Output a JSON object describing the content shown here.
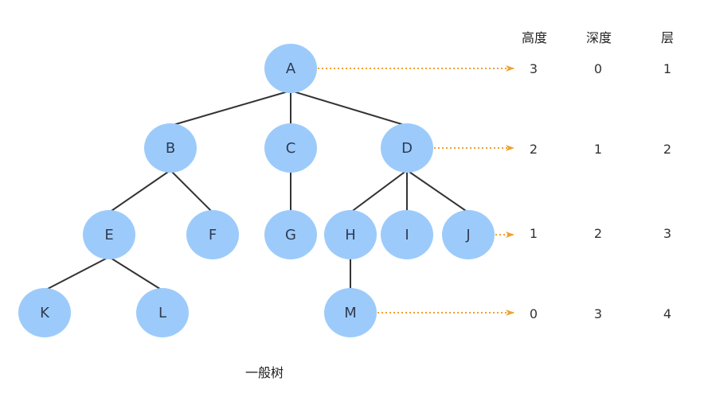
{
  "diagram": {
    "caption": "一般树",
    "colors": {
      "node_fill": "#9ccbfb",
      "edge": "#333333",
      "arrow": "#f0a030",
      "text": "#2f3b52"
    },
    "nodes": [
      {
        "id": "A",
        "label": "A"
      },
      {
        "id": "B",
        "label": "B"
      },
      {
        "id": "C",
        "label": "C"
      },
      {
        "id": "D",
        "label": "D"
      },
      {
        "id": "E",
        "label": "E"
      },
      {
        "id": "F",
        "label": "F"
      },
      {
        "id": "G",
        "label": "G"
      },
      {
        "id": "H",
        "label": "H"
      },
      {
        "id": "I",
        "label": "I"
      },
      {
        "id": "J",
        "label": "J"
      },
      {
        "id": "K",
        "label": "K"
      },
      {
        "id": "L",
        "label": "L"
      },
      {
        "id": "M",
        "label": "M"
      }
    ],
    "edges": [
      [
        "A",
        "B"
      ],
      [
        "A",
        "C"
      ],
      [
        "A",
        "D"
      ],
      [
        "B",
        "E"
      ],
      [
        "B",
        "F"
      ],
      [
        "C",
        "G"
      ],
      [
        "D",
        "H"
      ],
      [
        "D",
        "I"
      ],
      [
        "D",
        "J"
      ],
      [
        "E",
        "K"
      ],
      [
        "E",
        "L"
      ],
      [
        "H",
        "M"
      ]
    ],
    "table": {
      "headers": [
        "高度",
        "深度",
        "层"
      ],
      "rows": [
        {
          "from": "A",
          "height": "3",
          "depth": "0",
          "level": "1"
        },
        {
          "from": "D",
          "height": "2",
          "depth": "1",
          "level": "2"
        },
        {
          "from": "J",
          "height": "1",
          "depth": "2",
          "level": "3"
        },
        {
          "from": "M",
          "height": "0",
          "depth": "3",
          "level": "4"
        }
      ]
    }
  }
}
